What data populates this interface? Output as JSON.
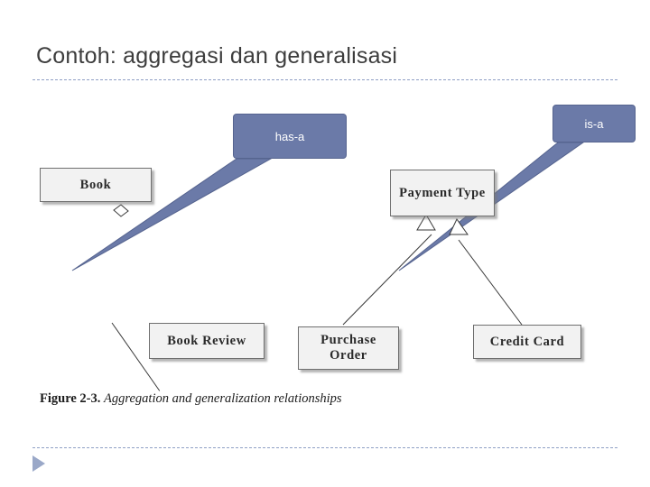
{
  "slide": {
    "title": "Contoh: aggregasi dan generalisasi",
    "nav_icon": "play-triangle-icon"
  },
  "callouts": [
    {
      "id": "has-a",
      "label": "has-a"
    },
    {
      "id": "is-a",
      "label": "is-a"
    }
  ],
  "figure": {
    "caption_number": "Figure 2-3.",
    "caption_text": "Aggregation and generalization relationships",
    "entities": [
      {
        "id": "book",
        "label": "Book"
      },
      {
        "id": "payment-type",
        "label": "Payment Type"
      },
      {
        "id": "book-review",
        "label": "Book Review"
      },
      {
        "id": "purchase-order",
        "label": "Purchase Order"
      },
      {
        "id": "credit-card",
        "label": "Credit Card"
      }
    ],
    "relationships": [
      {
        "type": "aggregation",
        "from": "book-review",
        "to": "book",
        "marker": "diamond"
      },
      {
        "type": "generalization",
        "from": "purchase-order",
        "to": "payment-type",
        "marker": "hollow-triangle"
      },
      {
        "type": "generalization",
        "from": "credit-card",
        "to": "payment-type",
        "marker": "hollow-triangle"
      }
    ]
  },
  "colors": {
    "title": "#3d3d3d",
    "rule": "#8f9fc4",
    "callout_fill": "#6b7aa8",
    "callout_text": "#ffffff",
    "entity_fill": "#f2f2f2",
    "entity_border": "#6f6f6f",
    "nav": "#9aa8c8"
  }
}
